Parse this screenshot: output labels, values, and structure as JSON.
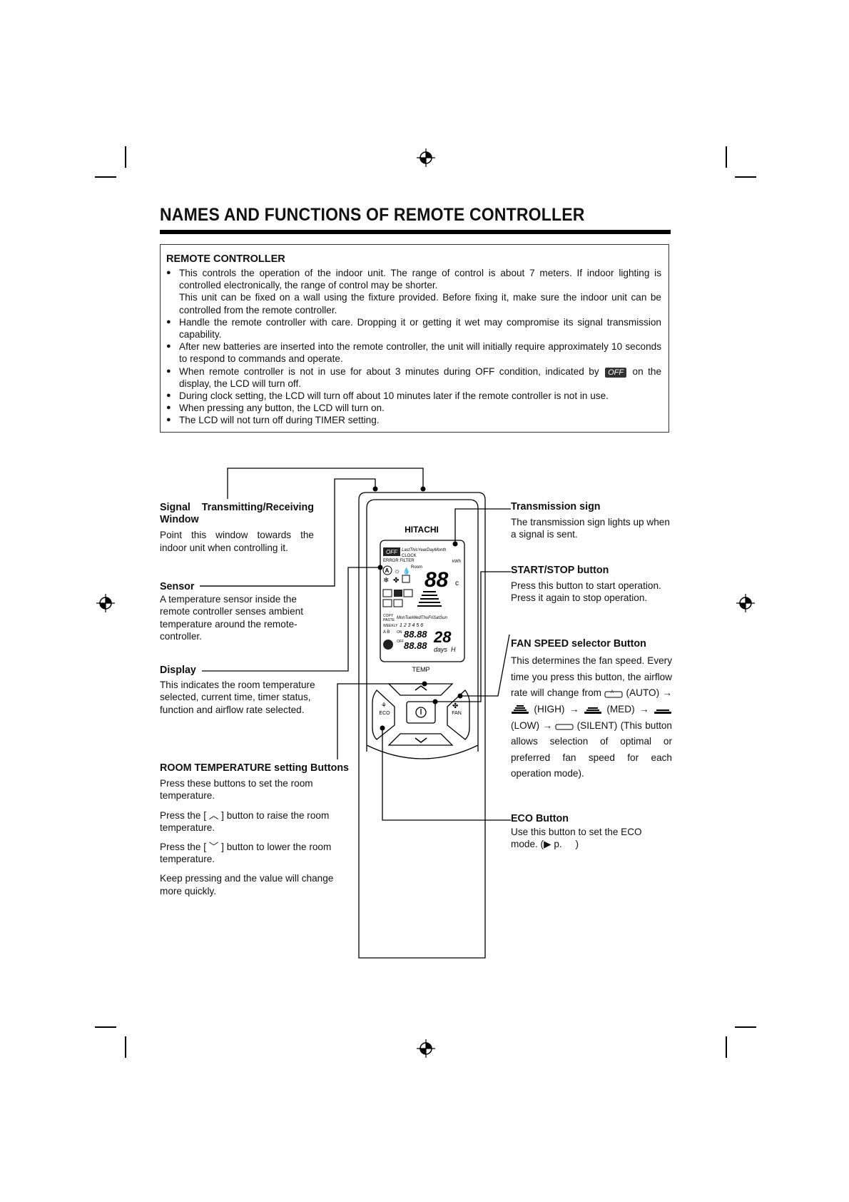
{
  "page": {
    "title": "NAMES AND FUNCTIONS OF REMOTE CONTROLLER"
  },
  "intro": {
    "heading": "REMOTE CONTROLLER",
    "bullet1_line1": "This controls the operation of the indoor unit. The range of control is about 7 meters. If indoor lighting is controlled electronically, the range of control may be shorter.",
    "bullet1_line2": "This unit can be fixed on a wall using the fixture provided. Before fixing it, make sure the indoor unit can be controlled from the remote controller.",
    "bullet2": "Handle the remote controller with care. Dropping it or getting it wet may compromise its signal transmission capability.",
    "bullet3": "After new batteries are inserted into the remote controller, the unit will initially require approximately 10 seconds to respond to commands and operate.",
    "bullet4_before": "When remote controller is not in use for about 3 minutes during OFF condition, indicated by",
    "bullet4_badge": "OFF",
    "bullet4_after": "on the display, the LCD will turn off.",
    "bullet5": "During clock setting, the LCD will turn off about 10 minutes later if the remote controller is not in use.",
    "bullet6": "When pressing any button, the LCD will turn on.",
    "bullet7": "The LCD will not turn off during TIMER setting."
  },
  "labels": {
    "signal_window": {
      "title": "Signal Transmitting/Receiving Window",
      "desc": "Point this window towards the indoor unit when controlling it."
    },
    "sensor": {
      "title": "Sensor",
      "desc": "A temperature sensor inside the remote controller senses ambient temperature around the remote-controller."
    },
    "display": {
      "title": "Display",
      "desc": "This indicates the room temperature selected, current time, timer status, function and airflow rate selected."
    },
    "room_temp": {
      "title": "ROOM TEMPERATURE setting Buttons",
      "desc1": "Press these buttons to set the room temperature.",
      "desc2_before": "Press the [",
      "desc2_after": "] button to raise the room temperature.",
      "desc3_before": "Press the [",
      "desc3_after": "] button to lower the room temperature.",
      "desc4": "Keep pressing and the value will change more quickly."
    },
    "transmission": {
      "title": "Transmission sign",
      "desc": "The transmission sign lights up when a signal is sent."
    },
    "start_stop": {
      "title": "START/STOP button",
      "desc": "Press this button to start operation. Press it again to stop operation."
    },
    "fan_speed": {
      "title": "FAN SPEED selector Button",
      "desc_intro": "This determines the fan speed. Every time you press this button, the airflow rate will change from",
      "auto": "(AUTO)",
      "high": "(HIGH)",
      "med": "(MED)",
      "low": "(LOW)",
      "silent": "(SILENT)",
      "desc_outro": "(This button allows selection of optimal or preferred fan speed for each operation mode).",
      "arrow": "→"
    },
    "eco": {
      "title": "ECO Button",
      "desc": "Use this button to set the ECO mode. (▶ p.     )"
    }
  },
  "remote": {
    "brand": "HITACHI",
    "lcd": {
      "off": "OFF",
      "periods": "LastThisYearDayMonth",
      "clock": "CLOCK",
      "error_filter": "ERROR FILTER",
      "kwh": "kWh",
      "room": "Room",
      "big_temp": "88",
      "unit_c": "c",
      "days_line": "MonTueWedThuFriSatSun",
      "weekly": "WEEKLY",
      "weekly_nums": "1 2 3 4 5 6",
      "on": "ON",
      "off_small": "OFF",
      "digits1": "88.88",
      "digits2": "88.88",
      "days": "days",
      "h": "H",
      "ab": "A B",
      "copy": "COPY",
      "paste": "PASTE",
      "big2": "28"
    },
    "buttons": {
      "temp": "TEMP",
      "eco": "ECO",
      "fan": "FAN"
    }
  }
}
